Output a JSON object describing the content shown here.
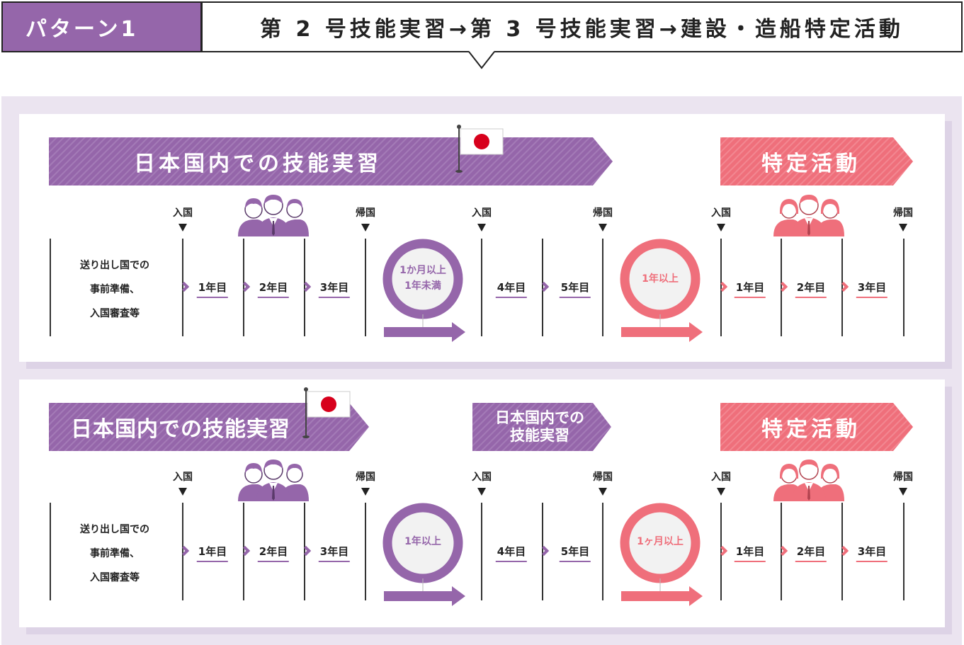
{
  "header": {
    "pattern_label": "パターン1",
    "title": "第 2 号技能実習→第 3 号技能実習→建設・造船特定活動"
  },
  "colors": {
    "purple": "#9566aa",
    "pink": "#ef6f7b",
    "panel_bg": "#ebe4f0"
  },
  "icons": {
    "flag": "japan-flag-icon",
    "people_purple": "trainee-group-icon",
    "people_pink": "worker-group-icon"
  },
  "panel1": {
    "banner_main": "日本国内での技能実習",
    "banner_specific": "特定活動",
    "prep_lines": [
      "送り出し国での",
      "事前準備、",
      "入国審査等"
    ],
    "markers": [
      "入国",
      "帰国",
      "入国",
      "帰国",
      "入国",
      "帰国"
    ],
    "years_a": [
      "1年目",
      "2年目",
      "3年目"
    ],
    "years_b": [
      "4年目",
      "5年目"
    ],
    "years_c": [
      "1年目",
      "2年目",
      "3年目"
    ],
    "gap1": [
      "1か月以上",
      "1年未満"
    ],
    "gap2": [
      "1年以上"
    ]
  },
  "panel2": {
    "banner_main": "日本国内での技能実習",
    "banner_mid_lines": [
      "日本国内での",
      "技能実習"
    ],
    "banner_specific": "特定活動",
    "prep_lines": [
      "送り出し国での",
      "事前準備、",
      "入国審査等"
    ],
    "markers": [
      "入国",
      "帰国",
      "入国",
      "帰国",
      "入国",
      "帰国"
    ],
    "years_a": [
      "1年目",
      "2年目",
      "3年目"
    ],
    "years_b": [
      "4年目",
      "5年目"
    ],
    "years_c": [
      "1年目",
      "2年目",
      "3年目"
    ],
    "gap1": [
      "1年以上"
    ],
    "gap2": [
      "1ヶ月以上"
    ]
  }
}
